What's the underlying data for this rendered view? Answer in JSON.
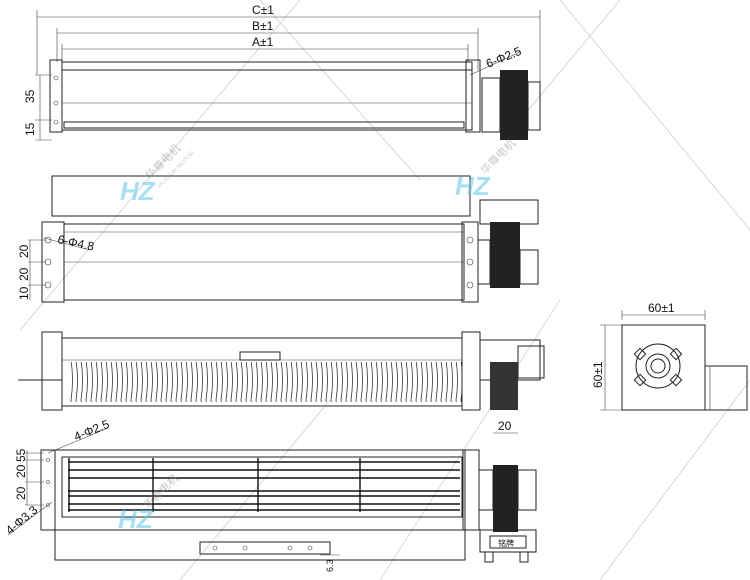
{
  "views": {
    "top_view": {
      "dim_c": "C±1",
      "dim_b": "B±1",
      "dim_a": "A±1",
      "hole_callout": "6-Φ2.5",
      "dim_35": "35",
      "dim_15": "15"
    },
    "front_view": {
      "hole_callout": "6-Φ4.8",
      "dim_20a": "20",
      "dim_20b": "20",
      "dim_10": "10"
    },
    "bottom_view": {
      "hole_callout_top": "4-Φ2.5",
      "hole_callout_bottom": "4-Φ3.3",
      "dim_55": "55",
      "dim_20a": "20",
      "dim_20b": "20",
      "motor_width": "20",
      "nameplate": "铭牌",
      "bracket_height": "6.3"
    },
    "side_view": {
      "width": "60±1",
      "height": "60±1"
    }
  },
  "watermark": {
    "brand_cn": "华尊电机",
    "brand_en": "HUAZUN MOTOR",
    "logo": "HZ",
    "colors": {
      "logo_blue": "#5ec8ee",
      "logo_green": "#b8e07a"
    }
  }
}
